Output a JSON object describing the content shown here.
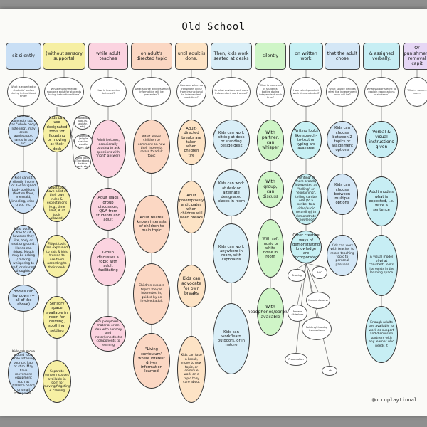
{
  "title": "Old School",
  "credit": "@occuplaytional",
  "colors": {
    "c0": "#c9dff5",
    "c1": "#f6efa3",
    "c2": "#fbd3e0",
    "c3": "#fbd7c3",
    "c4": "#fde3c5",
    "c5": "#d9eef7",
    "c6": "#cff5c7",
    "c7": "#c7f0f4",
    "c8": "#d4e7f6",
    "c9": "#c7eef4",
    "c10": "#e6d7f5"
  },
  "columns": [
    {
      "header": "sit silently",
      "color": "c0"
    },
    {
      "header": "(without sensory supports)",
      "color": "c1"
    },
    {
      "header": "while adult teaches",
      "color": "c2"
    },
    {
      "header": "on adult's directed topic",
      "color": "c3"
    },
    {
      "header": "until adult is done.",
      "color": "c4"
    },
    {
      "header": "Then, kids work seated at desks",
      "color": "c5"
    },
    {
      "header": "silently",
      "color": "c6"
    },
    {
      "header": "on written work",
      "color": "c7"
    },
    {
      "header": "that the adult chose",
      "color": "c8"
    },
    {
      "header": "& assigned verbally.",
      "color": "c9"
    },
    {
      "header": "Or punishment removal capit",
      "color": "c10"
    }
  ],
  "questions": [
    "What is expected of students' bodies during instructional time?",
    "What environmental supports exist for students during instructional time?",
    "How is instruction delivered?",
    "What source decides what information will be presented?",
    "How and when do transitions occur from instructional to independent work time?",
    "In what environment does independent work occur?",
    "What is expected of students' bodies during independent work time?",
    "How is independent work demonstrated?",
    "What source decides what the independent work will be?",
    "What supports exist to explain expectations to students?",
    "What... some... expe..."
  ],
  "nodes": {
    "c0": [
      "Involves concepts such as \"whole body listening\", may cross applesauce, hands in lap, etc.",
      "Kids can sit silently in one of 2-3 assigned body positions (feet on floor, mermaid, kneeling, criss-cross, etc)",
      "Kids' bodies free to sit however they like, body on seat or ground. Hands can fidget. Mouth may be asking / making whispering to self, or sharing thoughts.",
      "Bodies can lay down (+ all of the above)",
      "Kids can move around room while listening, bounce, flap, or stim. May have movement equipment such as balance board or small trampoline."
    ],
    "c1": [
      "Kids can use designated tools for fidgeting or moving at their desk",
      "Fidget tools have a list of their own rules & expectations (e.g., time limit, # of tools allowed)",
      "Fidget tools are explained to kids & kids trusted to use them according to their needs",
      "Sensory space available in room for calming, soothing, settling",
      "Separate sensory spaces available in room for moving/fidgeting + calming"
    ],
    "c2": [
      "Adult lectures, occasionally pausing to ask questions with \"right\" answers",
      "Adult leads group discussion, Q&A from students and adult",
      "Group discusses a topic with adult facilitating",
      "Group explores a material or an idea with sensory and motor/kinesthetic components to learning"
    ],
    "c3": [
      "Adult allows children to comment on how their interests relate to adult topic",
      "Adult relates known interests of children to main topic",
      "Children explore topics they're interested in, guided by an involved adult",
      "\"Living curriculum\" where interest drives information learned"
    ],
    "c4": [
      "Adult-directed breaks are taken when children tire",
      "Adult preemptively anticipates when children will need breaks",
      "Kids can advocate for own breaks",
      "Kids can take a break, move to new topic, or continue work on a topic they care about"
    ],
    "c5": [
      "Kids can work sitting at desk or standing beside desk",
      "Kids can work at desk or alternate designated places in room",
      "Kids can work anywhere in room, with clipboards",
      "Kids can work/learn outdoors, or in nature"
    ],
    "c6": [
      "With partner, can whisper",
      "With group, can discuss",
      "With soft music or white noise in room",
      "With headphones/earplugs available"
    ],
    "c7": [
      "Writing looks like speech-to-text or typing are available",
      "\"Writing\" is more broadly interpreted as \"telling\" or \"explaining\", telling can be oral (to a scribe, to a video/audio recording) to demonstrate knowledge",
      "Other creative ways of demonstrating knowledge are incorporated"
    ],
    "c8": [
      "Kids can choose between 2 topics or assignment options",
      "Kids can choose between multiple options",
      "Kids can work with teacher to relate teaching topic to personal passions"
    ],
    "c9": [
      "Verbal & visual instructions given",
      "Adult models what is expected, i.e. write a sentence",
      "A visual model of what \"finished\" looks like exists in the learning space",
      "Enough adults are available to work as support and discussion partners with any learner who needs it"
    ]
  },
  "sensory_tools": [
    "Hand tools (pop-its, squishy, etc)",
    "Foot tools (wiggle cushion, wobble stool, etc)",
    "Foot tools (Theraband, kickbar desk, etc)"
  ],
  "creative_ways": [
    "Drawing",
    "AAC",
    "Make a diorama",
    "Make a slideshow",
    "Pointing/choosing from options",
    "Presentation",
    "...etc"
  ]
}
